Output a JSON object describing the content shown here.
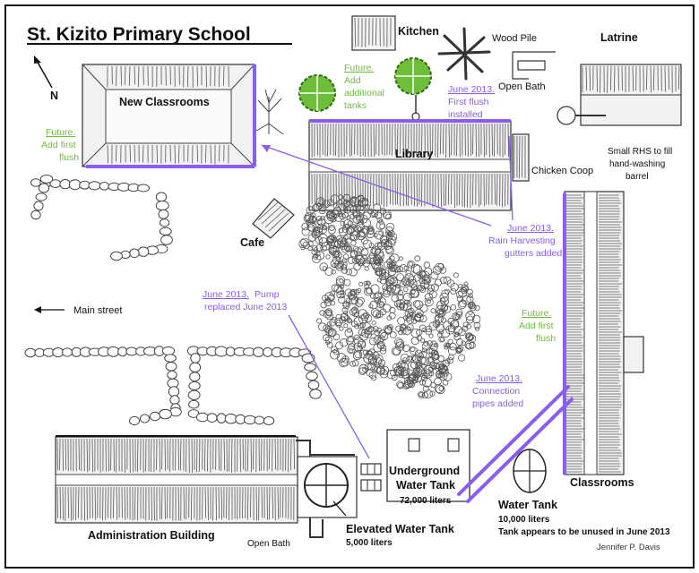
{
  "title": "St. Kizito Primary School",
  "north": "N",
  "colors": {
    "future": "#6dbf3a",
    "june": "#8a5cf0",
    "gutter": "#8a5cf0",
    "ink": "#111111"
  },
  "labels": {
    "kitchen": "Kitchen",
    "wood_pile": "Wood Pile",
    "latrine": "Latrine",
    "new_classrooms": "New Classrooms",
    "library": "Library",
    "open_bath_top": "Open Bath",
    "chicken_coop": "Chicken Coop",
    "small_rhs": [
      "Small RHS to fill",
      "hand-washing",
      "barrel"
    ],
    "cafe": "Cafe",
    "main_street": "Main street",
    "classrooms": "Classrooms",
    "administration": "Administration Building",
    "open_bath_bottom": "Open Bath",
    "elevated_tank": "Elevated Water Tank",
    "elevated_tank_cap": "5,000 liters",
    "underground_tank": [
      "Underground",
      "Water Tank"
    ],
    "underground_tank_cap": "72,000 liters",
    "water_tank": "Water Tank",
    "water_tank_cap": "10,000 liters",
    "water_tank_note": "Tank appears to be unused in June 2013",
    "author": "Jennifer P. Davis"
  },
  "annotations": {
    "future_tanks": {
      "head": "Future.",
      "lines": [
        "Add",
        "additional",
        "tanks"
      ]
    },
    "future_flush_left": {
      "head": "Future.",
      "lines": [
        "Add first",
        "flush"
      ]
    },
    "future_flush_right": {
      "head": "Future.",
      "lines": [
        "Add first",
        "flush"
      ]
    },
    "june_first_flush": {
      "head": "June 2013.",
      "lines": [
        "First flush",
        "installed"
      ]
    },
    "june_gutters": {
      "head": "June 2013.",
      "lines": [
        "Rain Harvesting",
        "gutters added"
      ]
    },
    "june_pump": {
      "head": "June 2013.",
      "tail": "Pump",
      "lines": [
        "replaced June 2013"
      ]
    },
    "june_pipes": {
      "head": "June 2013.",
      "lines": [
        "Connection",
        "pipes added"
      ]
    }
  }
}
